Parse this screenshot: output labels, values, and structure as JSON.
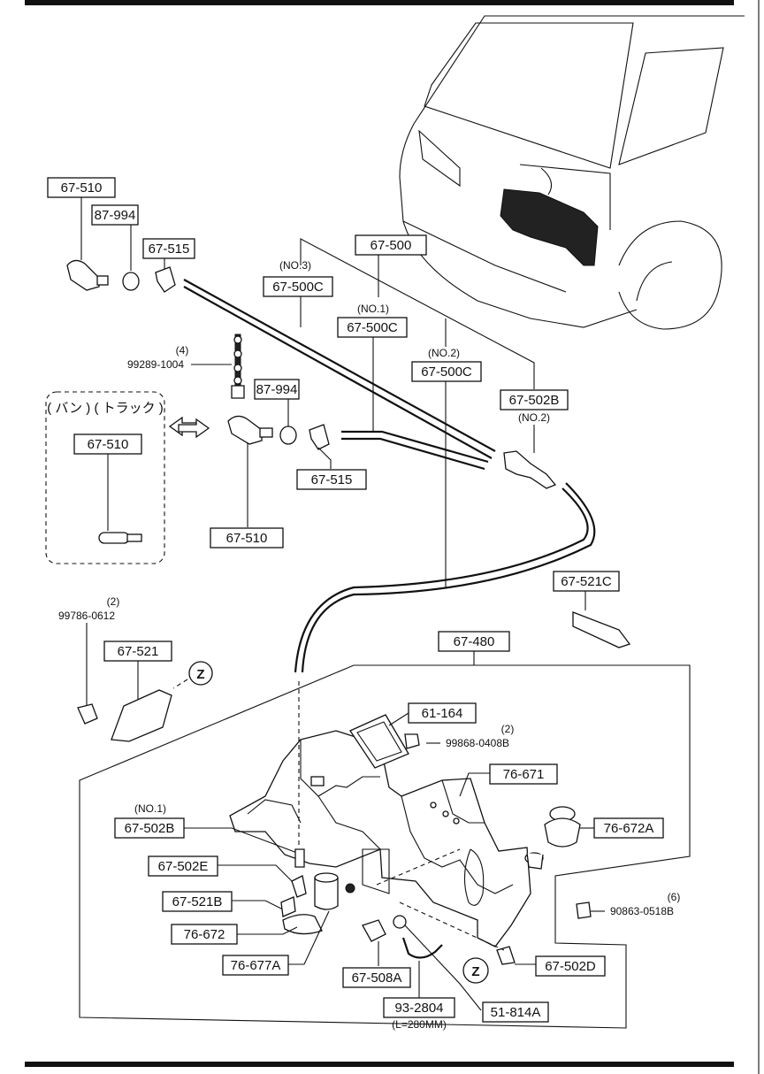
{
  "labels": {
    "p67_510_top": "67-510",
    "p87_994_top": "87-994",
    "p67_515_top": "67-515",
    "p67_500": "67-500",
    "no3": "(NO.3)",
    "p67_500C_a": "67-500C",
    "no1_a": "(NO.1)",
    "p67_500C_b": "67-500C",
    "no2_a": "(NO.2)",
    "p67_500C_c": "67-500C",
    "p67_502B_top": "67-502B",
    "no2_b": "(NO.2)",
    "qty4": "(4)",
    "p99289": "99289-1004",
    "p87_994_mid": "87-994",
    "van_truck": "( バン ) ( トラック )",
    "p67_510_inset": "67-510",
    "p67_515_mid": "67-515",
    "p67_510_mid": "67-510",
    "p67_521C": "67-521C",
    "qty2_a": "(2)",
    "p99786": "99786-0612",
    "p67_521": "67-521",
    "z_a": "Z",
    "p67_480": "67-480",
    "p61_164": "61-164",
    "qty2_b": "(2)",
    "p99868": "99868-0408B",
    "p76_671": "76-671",
    "p76_672A": "76-672A",
    "no1_b": "(NO.1)",
    "p67_502B_bot": "67-502B",
    "p67_502E": "67-502E",
    "p67_521B": "67-521B",
    "p76_672": "76-672",
    "p76_677A": "76-677A",
    "p67_508A": "67-508A",
    "p93_2804": "93-2804",
    "length": "(L=280MM)",
    "p51_814A": "51-814A",
    "z_b": "Z",
    "p67_502D": "67-502D",
    "qty6": "(6)",
    "p90863": "90863-0518B"
  }
}
